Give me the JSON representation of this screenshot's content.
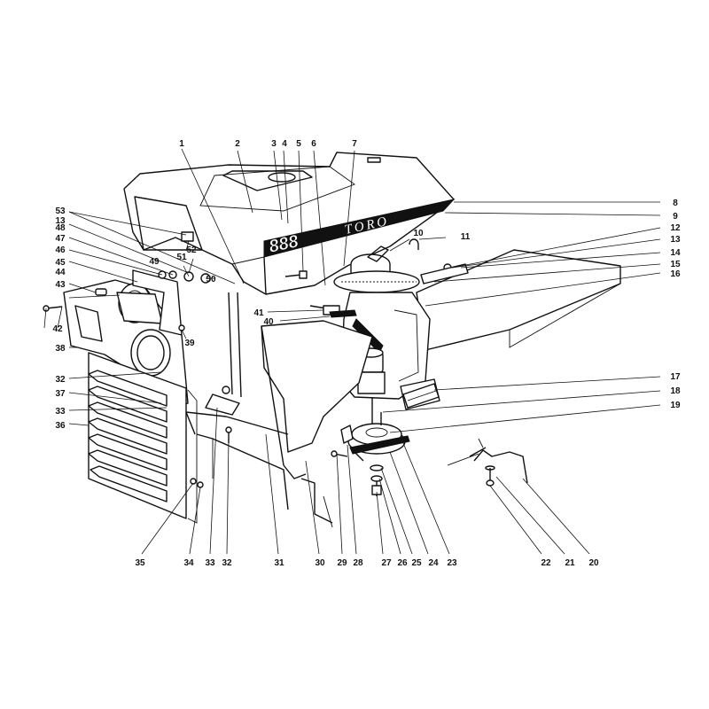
{
  "diagram": {
    "hood_decal": {
      "brand": "TORO",
      "model": "888"
    },
    "callouts": [
      "1",
      "2",
      "3",
      "4",
      "5",
      "6",
      "7",
      "8",
      "9",
      "10",
      "11",
      "12",
      "13",
      "14",
      "15",
      "16",
      "17",
      "18",
      "19",
      "20",
      "21",
      "22",
      "23",
      "24",
      "25",
      "26",
      "27",
      "28",
      "29",
      "30",
      "31",
      "32",
      "33",
      "34",
      "35",
      "36",
      "37",
      "38",
      "39",
      "40",
      "41",
      "42",
      "43",
      "44",
      "45",
      "46",
      "47",
      "48",
      "49",
      "50",
      "51",
      "52",
      "53"
    ],
    "repeated_callouts": [
      "13",
      "32",
      "33"
    ]
  }
}
